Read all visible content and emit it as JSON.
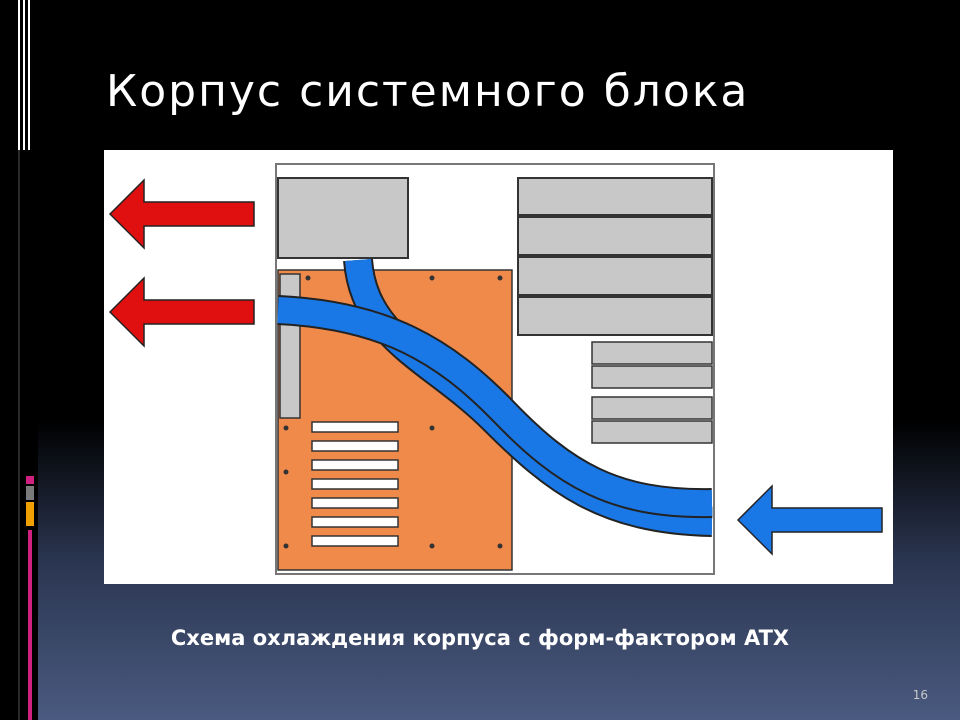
{
  "slide": {
    "title": "Корпус системного блока",
    "caption": "Схема охлаждения корпуса с форм-фактором ATX",
    "page_number": "16"
  },
  "colors": {
    "motherboard": "#f08a4b",
    "airflow_out": "#e01010",
    "airflow_in": "#1a78e6",
    "component_gray": "#c8c8c8"
  },
  "diagram": {
    "exhaust_arrows": 2,
    "intake_arrows": 1,
    "expansion_slots": 7,
    "drive_bays_large": 4,
    "drive_bays_small": 4
  }
}
